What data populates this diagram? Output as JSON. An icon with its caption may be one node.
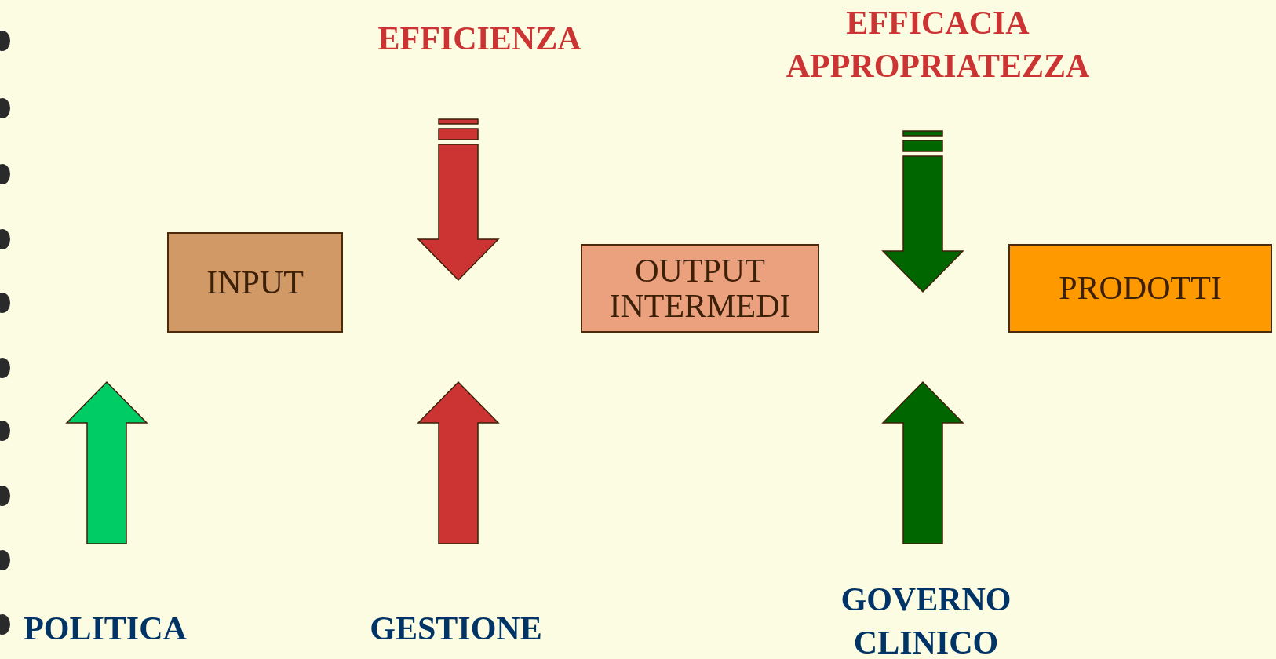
{
  "diagram": {
    "nodes": [
      {
        "text": [
          "INPUT"
        ]
      },
      {
        "text": [
          "OUTPUT INTERMEDI"
        ]
      },
      {
        "text": [
          "PRODOTTI"
        ]
      }
    ],
    "labels": [
      "EFFICIENZA",
      "EFFICACIA APPROPRIATEZZA",
      "POLITICA",
      "GESTIONE",
      "GOVERNO CLINICO"
    ]
  }
}
